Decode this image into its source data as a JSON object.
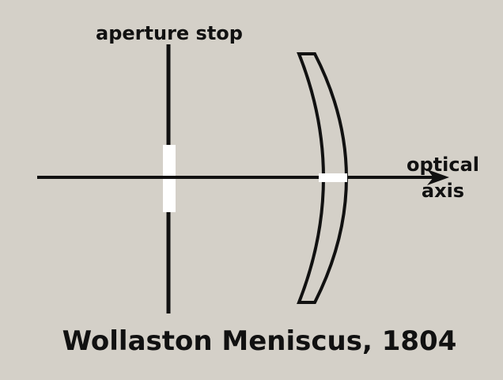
{
  "labels": {
    "aperture_stop": "aperture stop",
    "optical_axis_line1": "optical",
    "optical_axis_line2": "axis",
    "title": "Wollaston Meniscus, 1804"
  },
  "colors": {
    "background": "#d4d0c8",
    "ink": "#111111",
    "aperture_opening": "#ffffff",
    "lens_fill": "#d4d0c8"
  }
}
